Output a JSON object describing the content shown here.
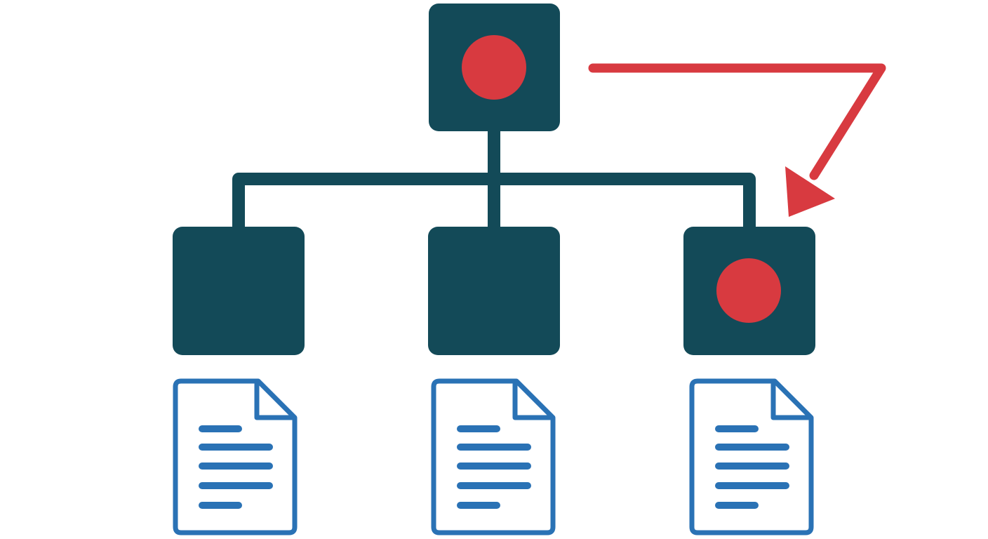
{
  "diagram": {
    "nodes": [
      {
        "id": "root",
        "marked": true
      },
      {
        "id": "child-1",
        "marked": false
      },
      {
        "id": "child-2",
        "marked": false
      },
      {
        "id": "child-3",
        "marked": true
      }
    ],
    "edges": [
      {
        "from": "root",
        "to": "child-1"
      },
      {
        "from": "root",
        "to": "child-2"
      },
      {
        "from": "root",
        "to": "child-3"
      }
    ],
    "move_arrow": {
      "from": "root",
      "to": "child-3"
    },
    "documents": [
      {
        "attached_to": "child-1",
        "icon": "document-icon"
      },
      {
        "attached_to": "child-2",
        "icon": "document-icon"
      },
      {
        "attached_to": "child-3",
        "icon": "document-icon"
      }
    ]
  },
  "colors": {
    "node_fill": "#134a58",
    "marker": "#d83a40",
    "arrow": "#d83a40",
    "document": "#2a72b5",
    "background": "#ffffff"
  }
}
